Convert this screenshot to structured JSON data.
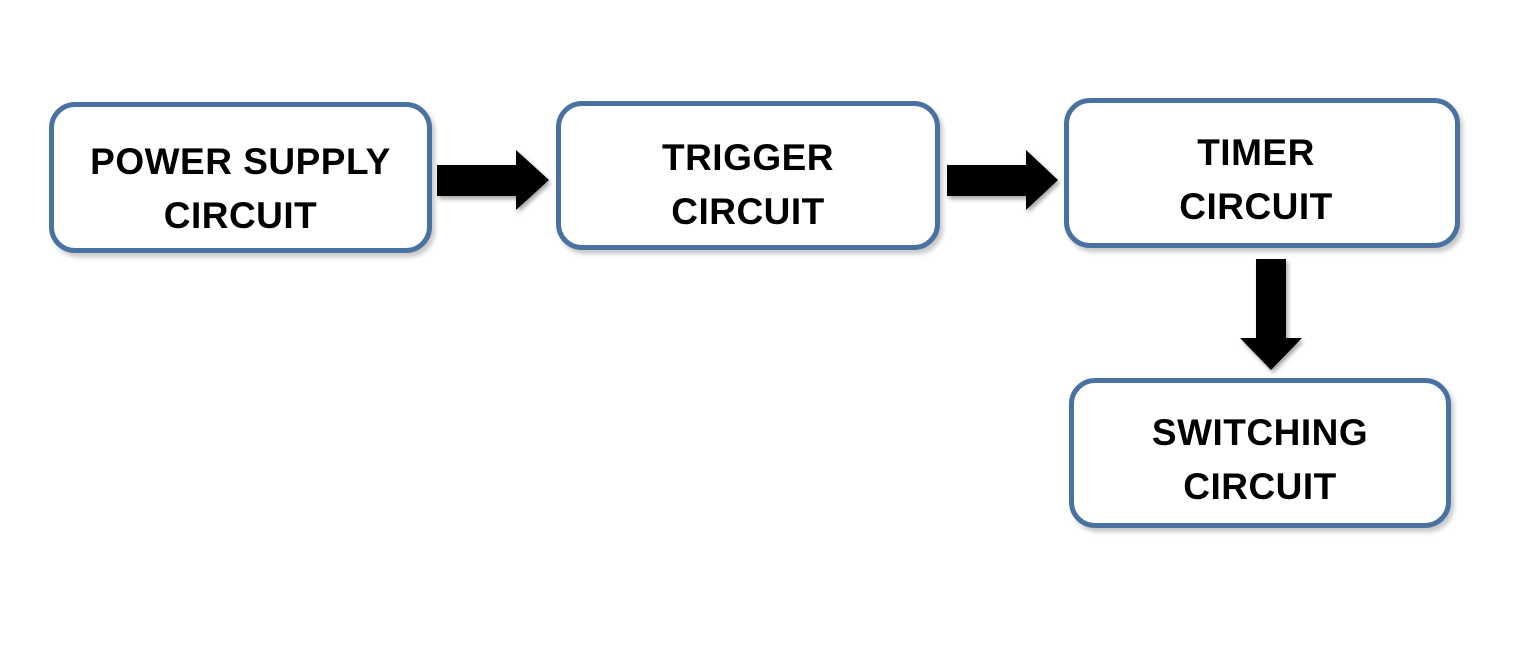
{
  "blocks": {
    "power_supply": {
      "line1": "POWER SUPPLY",
      "line2": "CIRCUIT"
    },
    "trigger": {
      "line1": "TRIGGER",
      "line2": "CIRCUIT"
    },
    "timer": {
      "line1": "TIMER",
      "line2": "CIRCUIT"
    },
    "switching": {
      "line1": "SWITCHING",
      "line2": "CIRCUIT"
    }
  },
  "connections": [
    {
      "from": "power_supply",
      "to": "trigger"
    },
    {
      "from": "trigger",
      "to": "timer"
    },
    {
      "from": "timer",
      "to": "switching"
    }
  ],
  "colors": {
    "block_border": "#4a72a0",
    "arrow": "#000000",
    "text": "#000000",
    "background": "#ffffff"
  }
}
